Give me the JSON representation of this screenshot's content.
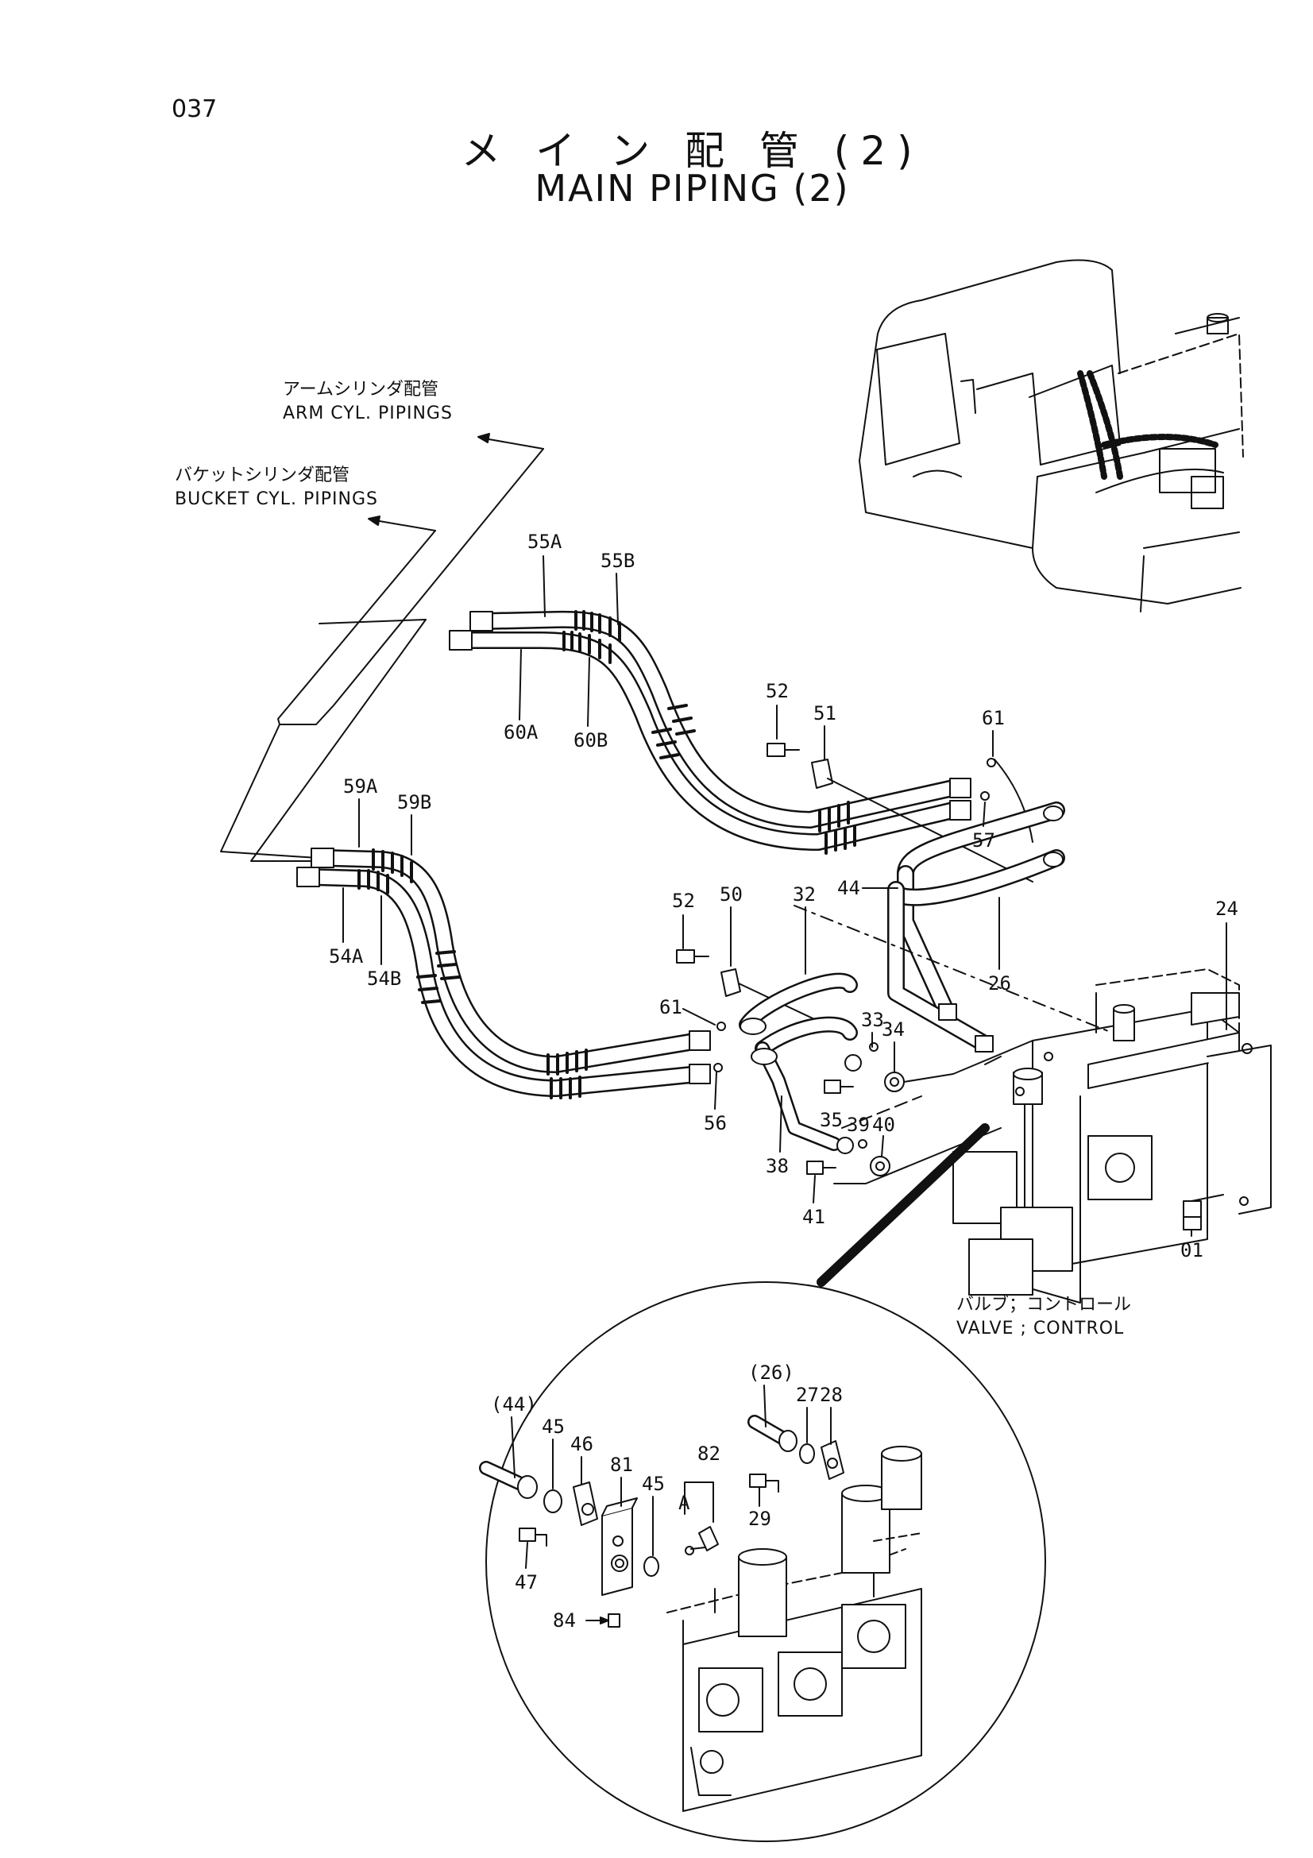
{
  "page_number": "037",
  "title": {
    "japanese": "メ イ ン 配 管 (2)",
    "english": "MAIN PIPING (2)"
  },
  "callouts": {
    "arm": {
      "jp": "アームシリンダ配管",
      "en": "ARM CYL. PIPINGS"
    },
    "bucket": {
      "jp": "バケットシリンダ配管",
      "en": "BUCKET CYL. PIPINGS"
    },
    "valve": {
      "jp": "バルブ；コントロール",
      "en": "VALVE ; CONTROL"
    }
  },
  "part_labels": {
    "p55A": "55A",
    "p55B": "55B",
    "p60A": "60A",
    "p60B": "60B",
    "p59A": "59A",
    "p59B": "59B",
    "p54A": "54A",
    "p54B": "54B",
    "p52a": "52",
    "p51": "51",
    "p61a": "61",
    "p57": "57",
    "p44": "44",
    "p26": "26",
    "p24": "24",
    "p52b": "52",
    "p50": "50",
    "p32": "32",
    "p61b": "61",
    "p56": "56",
    "p33": "33",
    "p34": "34",
    "p35": "35",
    "p39": "39",
    "p40": "40",
    "p38": "38",
    "p41": "41",
    "p01": "01"
  },
  "detail_labels": {
    "p44": "(44)",
    "p45a": "45",
    "p46": "46",
    "p47": "47",
    "p81": "81",
    "p45b": "45",
    "pA": "A",
    "p82": "82",
    "p84": "84",
    "p26": "(26)",
    "p27": "27",
    "p28": "28",
    "p29": "29"
  }
}
